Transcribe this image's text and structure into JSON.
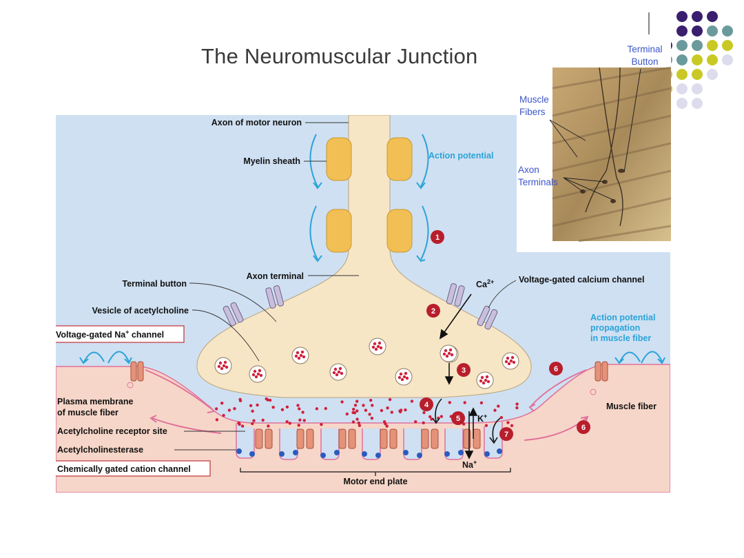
{
  "title": "The Neuromuscular Junction",
  "labels": {
    "axon_motor_neuron": "Axon of motor neuron",
    "myelin_sheath": "Myelin sheath",
    "action_potential": "Action potential",
    "axon_terminal": "Axon terminal",
    "terminal_button": "Terminal button",
    "vesicle_ach": "Vesicle of acetylcholine",
    "vg_na_channel": "Voltage-gated Na",
    "vg_na_sup": "+",
    "vg_na_suffix": " channel",
    "vg_ca_channel": "Voltage-gated calcium channel",
    "ca_ion": "Ca",
    "ca_sup": "2+",
    "ap_propagation_1": "Action potential",
    "ap_propagation_2": "propagation",
    "ap_propagation_3": "in muscle fiber",
    "plasma_membrane_1": "Plasma membrane",
    "plasma_membrane_2": "of muscle fiber",
    "muscle_fiber": "Muscle fiber",
    "ach_receptor_site": "Acetylcholine receptor site",
    "acetylcholinesterase": "Acetylcholinesterase",
    "chem_gated_channel": "Chemically gated cation channel",
    "motor_end_plate": "Motor end plate",
    "k_ion": "K",
    "k_sup": "+",
    "na_ion": "Na",
    "na_sup": "+"
  },
  "steps": [
    "1",
    "2",
    "3",
    "4",
    "5",
    "6",
    "6",
    "7"
  ],
  "photo_labels": {
    "terminal_button_1": "Terminal",
    "terminal_button_2": "Button",
    "muscle_fibers_1": "Muscle",
    "muscle_fibers_2": "Fibers",
    "axon_terminals_1": "Axon",
    "axon_terminals_2": "Terminals"
  },
  "colors": {
    "extracellular": "#cfe0f2",
    "neuron": "#f7e6c6",
    "myelin": "#f2bf55",
    "muscle": "#f6d6c8",
    "vesicle_dot": "#d0203a",
    "step_badge": "#b81e2c",
    "accent_blue": "#2aa3d8",
    "deco_purple": "#3a1f6e",
    "deco_teal": "#6a9a9c",
    "deco_yellow": "#c9c925",
    "deco_lavender": "#dcdcec"
  }
}
